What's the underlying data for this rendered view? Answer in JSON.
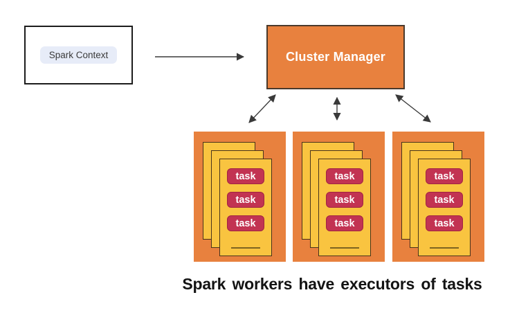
{
  "spark_context": {
    "label": "Spark Context"
  },
  "cluster_manager": {
    "label": "Cluster Manager"
  },
  "workers": [
    {
      "tasks": [
        "task",
        "task",
        "task"
      ]
    },
    {
      "tasks": [
        "task",
        "task",
        "task"
      ]
    },
    {
      "tasks": [
        "task",
        "task",
        "task"
      ]
    }
  ],
  "caption": "Spark workers have executors of tasks",
  "colors": {
    "worker_orange": "#E8813E",
    "executor_yellow": "#F9C440",
    "task_red": "#C23352",
    "context_pill_blue": "#E7ECF8",
    "arrow_gray": "#3a3a3a"
  }
}
